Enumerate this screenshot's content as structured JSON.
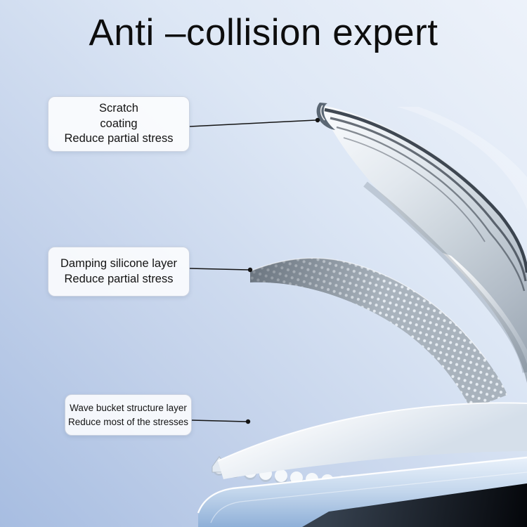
{
  "title": "Anti –collision expert",
  "callouts": {
    "scratch": {
      "line1": "Scratch",
      "line2": "coating",
      "line3": "Reduce partial stress"
    },
    "damping": {
      "line1": "Damping silicone layer",
      "line2": "Reduce partial stress"
    },
    "wave": {
      "line1": "Wave bucket structure layer",
      "line2": "Reduce most of the stresses"
    }
  },
  "colors": {
    "background_top_right": "#edf2fa",
    "background_bottom_left": "#a7bde1",
    "chrome_stripe": "#2c3540",
    "mesh_gray": "#a9b3bd",
    "wave_white": "#ffffff",
    "device_glass": "#8fb0d8",
    "device_dark": "#04060a",
    "text": "#0d0d0d"
  }
}
